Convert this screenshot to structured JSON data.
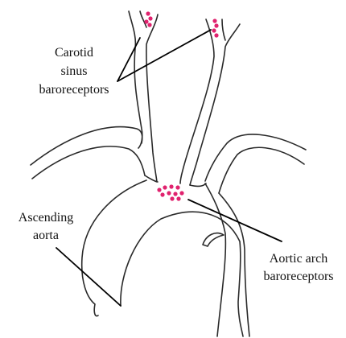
{
  "labels": {
    "carotid": [
      "Carotid",
      "sinus",
      "baroreceptors"
    ],
    "ascending": [
      "Ascending",
      "aorta"
    ],
    "aortic_arch": [
      "Aortic arch",
      "baroreceptors"
    ]
  },
  "colors": {
    "receptor": "#e0226e",
    "vessel": "#2a2a2a",
    "leader": "#000000"
  }
}
